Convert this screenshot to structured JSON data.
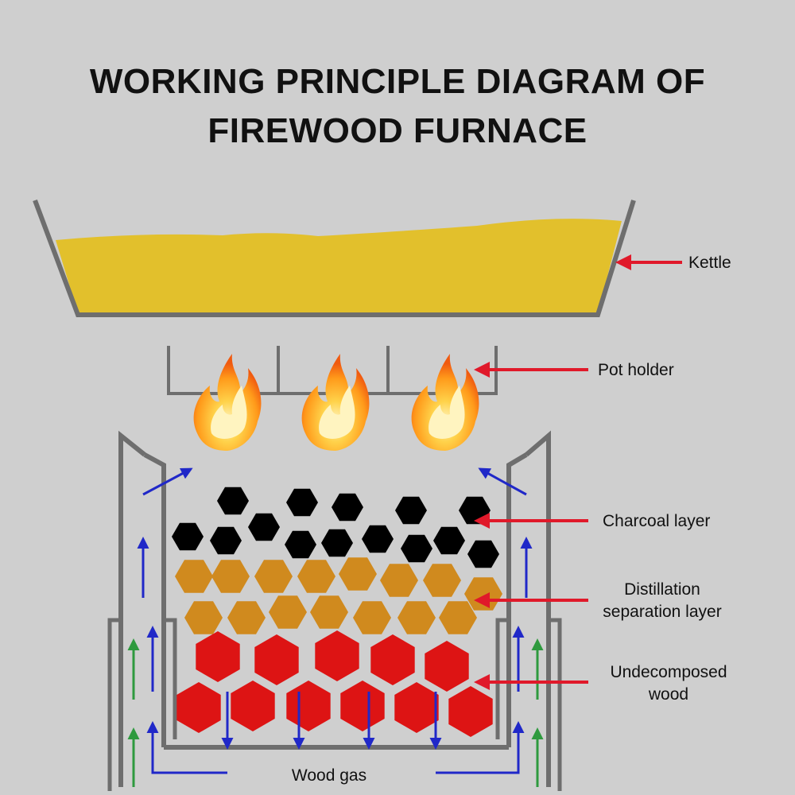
{
  "title": {
    "line1": "WORKING PRINCIPLE DIAGRAM OF",
    "line2": "FIREWOOD FURNACE"
  },
  "labels": {
    "kettle": "Kettle",
    "pot_holder": "Pot holder",
    "charcoal": "Charcoal layer",
    "distillation_1": "Distillation",
    "distillation_2": "separation layer",
    "undecomposed_1": "Undecomposed",
    "undecomposed_2": "wood",
    "wood_gas": "Wood gas"
  },
  "colors": {
    "background": "#cfcfcf",
    "wall": "#6e6e6e",
    "liquid": "#e2c02c",
    "charcoal": "#000000",
    "distillation": "#d08a1e",
    "wood": "#dd1414",
    "label_arrow": "#e0192a",
    "air_arrow": "#2028c8",
    "outer_air_arrow": "#2e9a3e"
  }
}
